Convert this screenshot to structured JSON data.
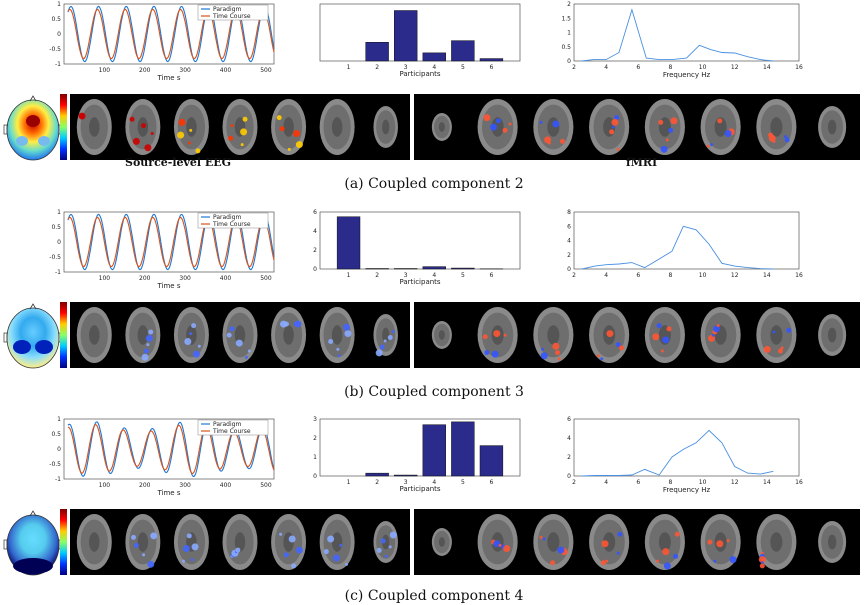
{
  "components": [
    {
      "caption": "(a)  Coupled component 2",
      "eeg_label": "Source-level EEG",
      "fmri_label": "fMRI",
      "topo": "red",
      "eeg_blobs": "hot",
      "fmri_blobs": "mixed",
      "timecourse": {
        "legend": [
          "Paradigm",
          "Time Course"
        ],
        "xlabel": "Time s",
        "xticks": [
          100,
          200,
          300,
          400,
          500
        ],
        "yticks": [
          "1",
          "0.5",
          "0",
          "-0.5",
          "-1"
        ]
      },
      "bars": {
        "xlabel": "Participants",
        "categories": [
          "1",
          "2",
          "3",
          "4",
          "5",
          "6"
        ],
        "values": [
          0,
          2.3,
          6.2,
          1.0,
          2.5,
          0.3
        ],
        "ylim": [
          0,
          7
        ],
        "yticks": []
      },
      "spectrum": {
        "xlabel": "Frequency Hz",
        "xticks": [
          "2",
          "4",
          "6",
          "8",
          "10",
          "12",
          "14",
          "16"
        ],
        "yticks": [
          "2",
          "1.5",
          "1",
          "0.5",
          "0"
        ],
        "ylim": [
          0,
          2
        ],
        "x": [
          2.5,
          3.2,
          4,
          4.8,
          5.6,
          6.5,
          7.3,
          8.1,
          9,
          9.8,
          10.5,
          11.2,
          12,
          12.8,
          13.6,
          14.4
        ],
        "y": [
          0,
          0.05,
          0.05,
          0.3,
          1.8,
          0.1,
          0.05,
          0.05,
          0.1,
          0.55,
          0.4,
          0.3,
          0.28,
          0.15,
          0.05,
          0
        ]
      }
    },
    {
      "caption": "(b)  Coupled component 3",
      "topo": "blue",
      "eeg_blobs": "cold",
      "fmri_blobs": "mixed",
      "timecourse": {
        "legend": [
          "Paradigm",
          "Time Course"
        ],
        "xlabel": "Time s",
        "xticks": [
          100,
          200,
          300,
          400,
          500
        ],
        "yticks": [
          "1",
          "0.5",
          "0",
          "-0.5",
          "-1"
        ]
      },
      "bars": {
        "xlabel": "Participants",
        "categories": [
          "1",
          "2",
          "3",
          "4",
          "5",
          "6"
        ],
        "values": [
          5.5,
          0.05,
          0.05,
          0.25,
          0.1,
          0.02
        ],
        "ylim": [
          0,
          6
        ],
        "yticks": [
          "6",
          "4",
          "2",
          "0"
        ]
      },
      "spectrum": {
        "xlabel": "",
        "xticks": [
          "2",
          "4",
          "6",
          "8",
          "10",
          "12",
          "14",
          "16"
        ],
        "yticks": [
          "8",
          "6",
          "4",
          "2",
          "0"
        ],
        "ylim": [
          0,
          8
        ],
        "x": [
          2.5,
          3.3,
          4,
          4.8,
          5.6,
          6.4,
          7.3,
          8.1,
          8.8,
          9.6,
          10.4,
          11.2,
          12,
          12.8,
          13.6,
          14.4
        ],
        "y": [
          0,
          0.4,
          0.6,
          0.7,
          0.9,
          0.2,
          1.4,
          2.5,
          6.0,
          5.5,
          3.5,
          0.8,
          0.4,
          0.2,
          0.05,
          0
        ]
      }
    },
    {
      "caption": "(c)  Coupled component 4",
      "topo": "mixed",
      "eeg_blobs": "cold",
      "fmri_blobs": "mixed",
      "timecourse": {
        "legend": [
          "Paradigm",
          "Time Course"
        ],
        "xlabel": "Time s",
        "xticks": [
          100,
          200,
          300,
          400,
          500
        ],
        "yticks": [
          "1",
          "0.5",
          "0",
          "-0.5",
          "-1"
        ]
      },
      "bars": {
        "xlabel": "Participants",
        "categories": [
          "1",
          "2",
          "3",
          "4",
          "5",
          "6"
        ],
        "values": [
          0,
          0.15,
          0.05,
          2.7,
          2.85,
          1.6
        ],
        "ylim": [
          0,
          3
        ],
        "yticks": [
          "3",
          "2",
          "1",
          "0"
        ]
      },
      "spectrum": {
        "xlabel": "Frequency Hz",
        "xticks": [
          "2",
          "4",
          "6",
          "8",
          "10",
          "12",
          "14",
          "16"
        ],
        "yticks": [
          "6",
          "4",
          "2",
          "0"
        ],
        "ylim": [
          0,
          6
        ],
        "x": [
          2.5,
          3.3,
          4,
          4.8,
          5.6,
          6.4,
          7.3,
          8.1,
          8.8,
          9.6,
          10.4,
          11.2,
          12,
          12.8,
          13.6,
          14.4
        ],
        "y": [
          0,
          0.05,
          0.05,
          0.05,
          0.1,
          0.7,
          0.1,
          2.0,
          2.8,
          3.5,
          4.8,
          3.5,
          1.0,
          0.3,
          0.2,
          0.5
        ]
      }
    }
  ],
  "colors": {
    "paradigm": "#1f77d4",
    "timecourse": "#d95319",
    "bars": "#2b2b8c",
    "spectrum": "#4a90e2"
  }
}
